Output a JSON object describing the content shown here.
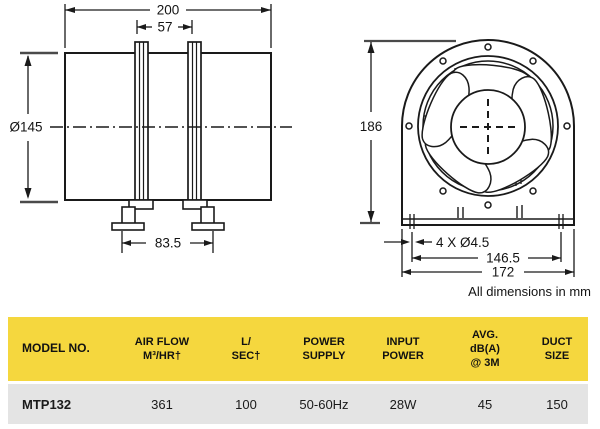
{
  "side_view": {
    "length": "200",
    "clamp_spacing": "57",
    "diameter": "Ø145",
    "foot_spacing": "83.5"
  },
  "front_view": {
    "height": "186",
    "mounting_holes": "4 X Ø4.5",
    "hole_spacing": "146.5",
    "width": "172"
  },
  "note": "All dimensions in mm",
  "spec_table": {
    "headers": [
      "MODEL NO.",
      "AIR FLOW\nM³/HR†",
      "L/\nSEC†",
      "POWER\nSUPPLY",
      "INPUT\nPOWER",
      "AVG.\ndB(A)\n@ 3M",
      "DUCT\nSIZE"
    ],
    "rows": [
      [
        "MTP132",
        "361",
        "100",
        "50-60Hz",
        "28W",
        "45",
        "150"
      ]
    ]
  },
  "colors": {
    "table_header_bg": "#F5D73E",
    "table_row_bg": "#E4E4E4",
    "line": "#1a1a1a"
  }
}
